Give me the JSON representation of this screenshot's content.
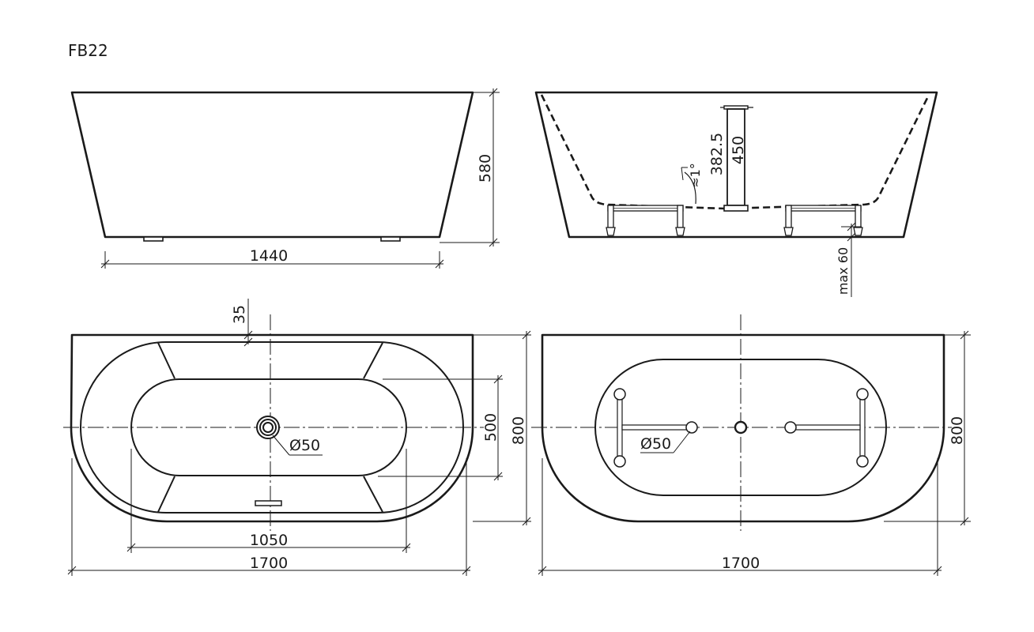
{
  "model": "FB22",
  "side_view": {
    "width": "1440",
    "height": "580"
  },
  "end_view": {
    "overflow_height": "382.5",
    "depth": "450",
    "leg_adjust": "max 60",
    "slope": "≈1°"
  },
  "top_view": {
    "offset": "35",
    "drain": "Ø50",
    "inner_width": "500",
    "width": "800",
    "inner_length": "1050",
    "length": "1700"
  },
  "bottom_view": {
    "drain": "Ø50",
    "width": "800",
    "length": "1700"
  }
}
